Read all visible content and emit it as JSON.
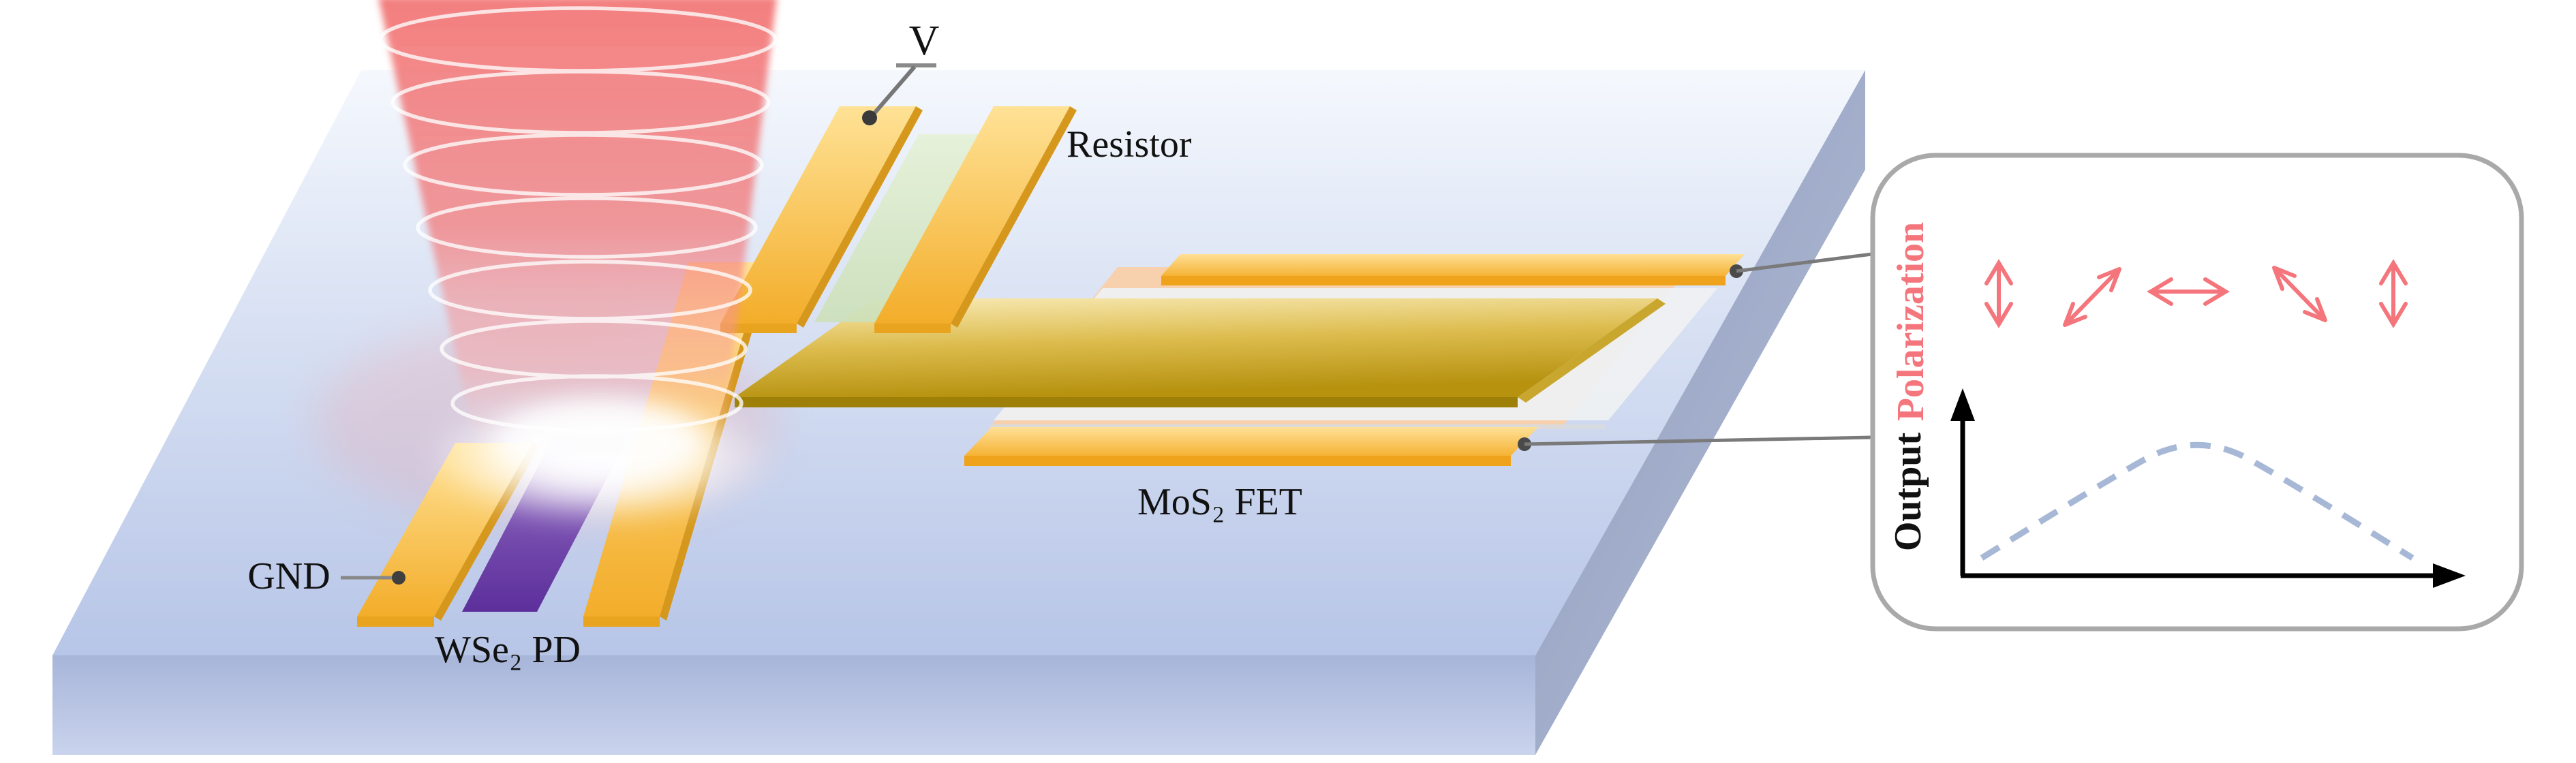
{
  "figure": {
    "device": {
      "voltage_label": "V",
      "resistor_label": "Resistor",
      "gnd_label": "GND",
      "photodetector_label": "WSe₂ PD",
      "transistor_label": "MoS₂ FET"
    },
    "inset": {
      "polarization_label": "Polarization",
      "output_label": "Output"
    },
    "colors": {
      "accent_salmon": "#F4767C",
      "gold_electrode": "#F6BA3F",
      "wse2_purple": "#6B3FA0",
      "substrate_blue": "#BCC8E8",
      "curve_dash_blue": "#A7B8D6",
      "panel_border_gray": "#A9A9A9",
      "laser_red": "#F37373"
    }
  },
  "chart_data": {
    "type": "line",
    "title": "",
    "xlabel": "Polarization",
    "ylabel": "Output",
    "x": [
      0,
      45,
      90,
      135,
      180
    ],
    "x_unit": "polarization angle (deg), shown as double-headed arrows: vertical, 45°, horizontal, 135°, vertical",
    "series": [
      {
        "name": "Output vs polarization",
        "values": [
          0.05,
          0.55,
          1.0,
          0.55,
          0.05
        ]
      }
    ],
    "style": {
      "line": "dashed",
      "color": "#A7B8D6"
    },
    "legend_position": "none",
    "grid": false,
    "axes": "bare arrow axes, no tick labels",
    "peak_at_deg": 90
  }
}
